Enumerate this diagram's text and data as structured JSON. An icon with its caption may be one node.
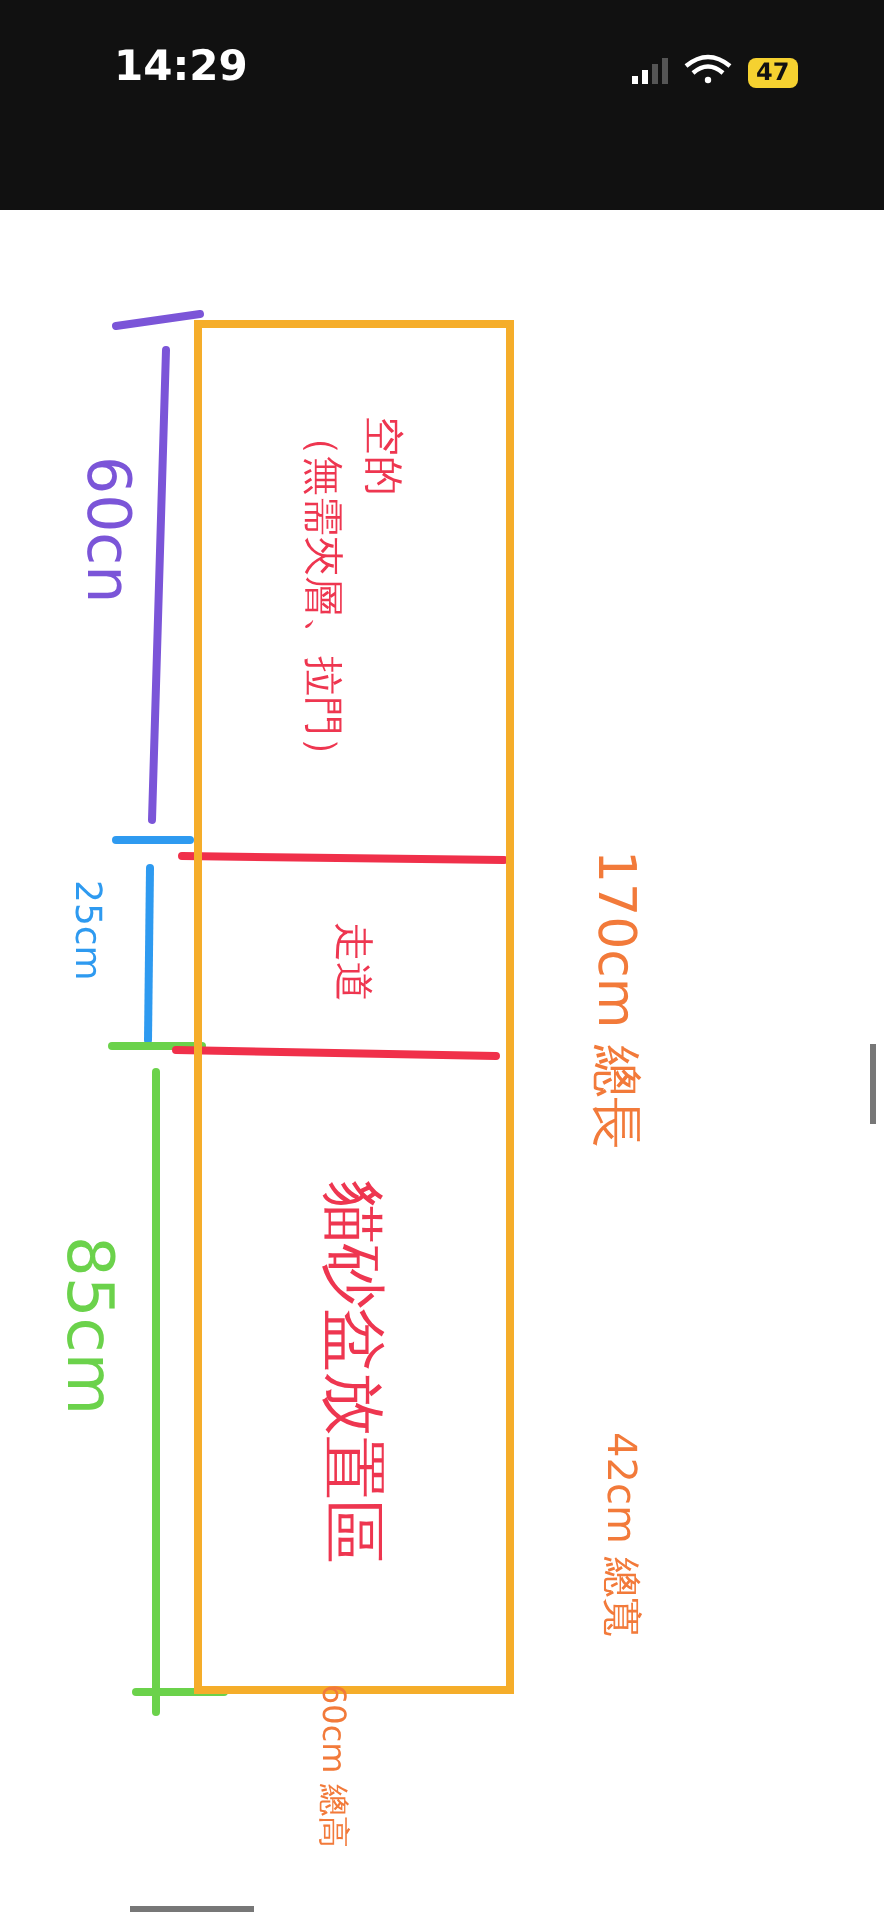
{
  "diagram": {
    "nodes": [
      {
        "text": [],
        "shape": "box"
      },
      {
        "text": [
          "空的",
          "（無需夾層、拉門）"
        ],
        "in": 0
      },
      {
        "text": [
          "走道"
        ],
        "in": 0
      },
      {
        "text": [
          "貓砂盆放置區"
        ],
        "in": 0
      }
    ],
    "edges": [],
    "labels": [
      "14:29",
      "47",
      "60cn",
      "25cm",
      "85cm",
      "170cm 總長",
      "42cm 總寬",
      "60cm 總高"
    ]
  }
}
